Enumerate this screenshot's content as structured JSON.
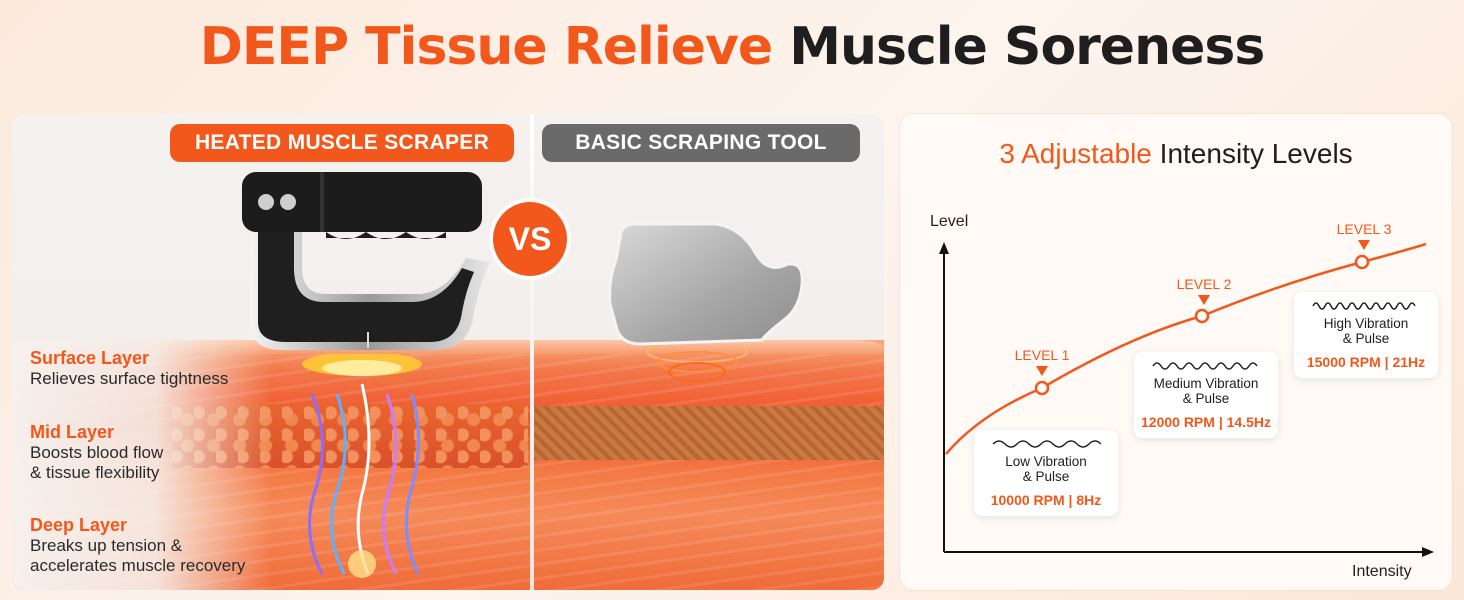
{
  "headline": {
    "accent": "DEEP Tissue Relieve",
    "dark": "Muscle Soreness"
  },
  "compare": {
    "left_label": "HEATED MUSCLE SCRAPER",
    "right_label": "BASIC SCRAPING TOOL",
    "vs": "VS",
    "layers": [
      {
        "title": "Surface Layer",
        "desc": [
          "Relieves surface tightness"
        ]
      },
      {
        "title": "Mid Layer",
        "desc": [
          "Boosts blood flow",
          "& tissue flexibility"
        ]
      },
      {
        "title": "Deep Layer",
        "desc": [
          "Breaks up tension &",
          "accelerates muscle recovery"
        ]
      }
    ]
  },
  "chart": {
    "title_accent": "3 Adjustable",
    "title_dark": "Intensity Levels",
    "y_axis_label": "Level",
    "x_axis_label": "Intensity",
    "levels": [
      {
        "name": "LEVEL 1",
        "line1": "Low Vibration",
        "line2": "& Pulse",
        "spec": "10000 RPM | 8Hz"
      },
      {
        "name": "LEVEL 2",
        "line1": "Medium Vibration",
        "line2": "& Pulse",
        "spec": "12000 RPM | 14.5Hz"
      },
      {
        "name": "LEVEL 3",
        "line1": "High Vibration",
        "line2": "& Pulse",
        "spec": "15000 RPM | 21Hz"
      }
    ]
  },
  "colors": {
    "accent": "#f2581c",
    "dark": "#1e1e1e",
    "gray_pill": "#6a6a6a"
  }
}
